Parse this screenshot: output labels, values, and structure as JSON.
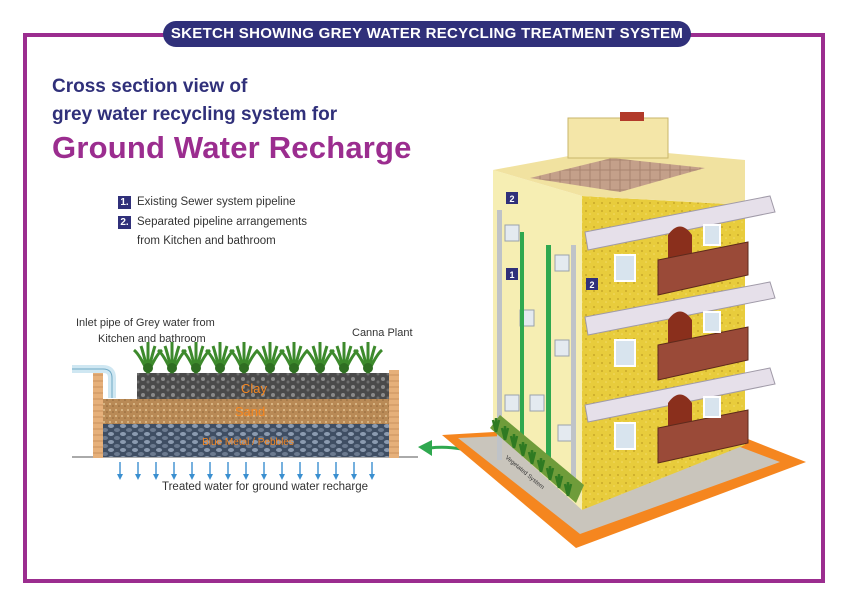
{
  "banner": {
    "title": "SKETCH SHOWING GREY WATER RECYCLING TREATMENT SYSTEM"
  },
  "heading": {
    "line1": "Cross section view of",
    "line2": "grey water recycling system for",
    "line3": "Ground Water Recharge"
  },
  "legend": [
    {
      "num": "1.",
      "text": "Existing Sewer system pipeline"
    },
    {
      "num": "2.",
      "text": "Separated pipeline arrangements"
    },
    {
      "num": "",
      "text": "from Kitchen and bathroom"
    }
  ],
  "section": {
    "inlet_line1": "Inlet pipe of Grey water from",
    "inlet_line2": "Kitchen and bathroom",
    "plant": "Canna Plant",
    "layers": [
      "Clay",
      "Sand",
      "Blue Metal / Pebbles"
    ],
    "treated": "Treated water for ground water recharge"
  },
  "building": {
    "badge1": "1",
    "badge2": "2",
    "badge2b": "2",
    "bed_label": "Vegetated System"
  },
  "colors": {
    "purple": "#9b2d8f",
    "navy": "#30307a",
    "green": "#2fa84f",
    "orange": "#f5861f"
  }
}
